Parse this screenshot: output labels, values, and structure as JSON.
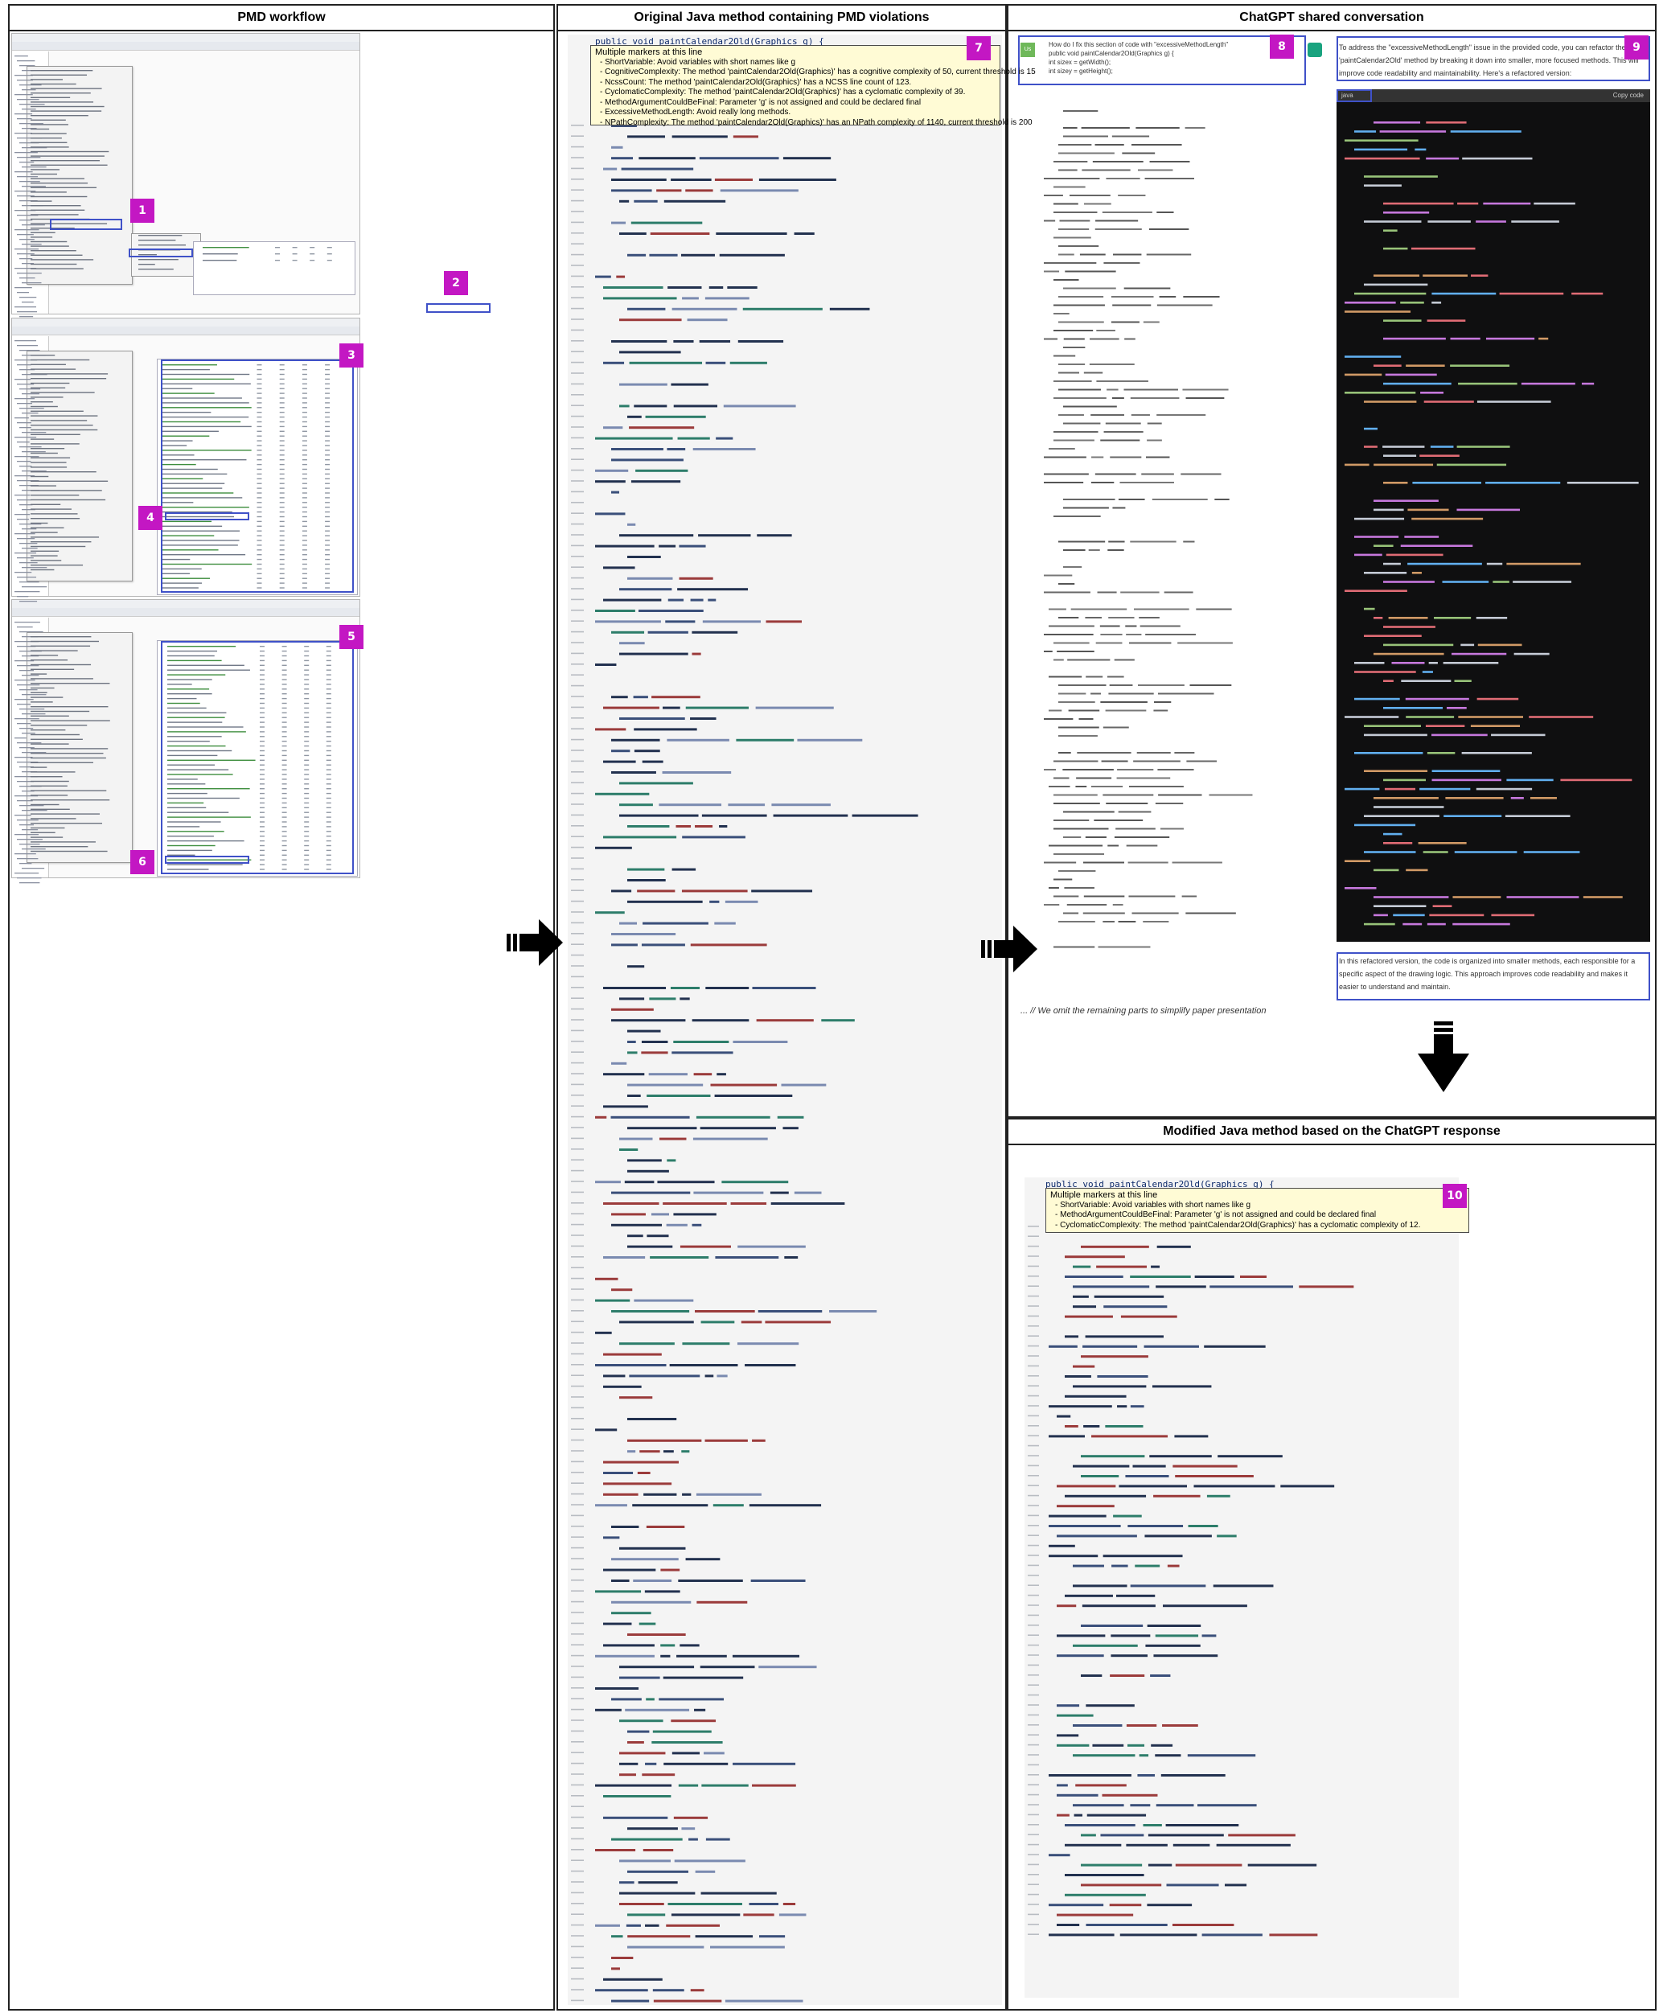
{
  "panels": {
    "pmd": {
      "title": "PMD workflow"
    },
    "original": {
      "title": "Original Java method containing PMD violations"
    },
    "chatgpt": {
      "title": "ChatGPT shared conversation"
    },
    "modified": {
      "title": "Modified Java method based on the ChatGPT response"
    }
  },
  "badges": [
    "1",
    "2",
    "3",
    "4",
    "5",
    "6",
    "7",
    "8",
    "9",
    "10"
  ],
  "original_code": {
    "first_line": "public void paintCalendar2Old(Graphics g) {",
    "tooltip_title": "Multiple markers at this line",
    "tooltip_items": [
      "- ShortVariable: Avoid variables with short names like g",
      "- CognitiveComplexity: The method 'paintCalendar2Old(Graphics)' has a cognitive complexity of 50, current threshold is 15",
      "- NcssCount: The method 'paintCalendar2Old(Graphics)' has a NCSS line count of 123.",
      "- CyclomaticComplexity: The method 'paintCalendar2Old(Graphics)' has a cyclomatic complexity of 39.",
      "- MethodArgumentCouldBeFinal: Parameter 'g' is not assigned and could be declared final",
      "- ExcessiveMethodLength: Avoid really long methods.",
      "- NPathComplexity: The method 'paintCalendar2Old(Graphics)' has an NPath complexity of 1140, current threshold is 200"
    ]
  },
  "chat": {
    "question_lines": [
      "How do I fix this section of code with \"excessiveMethodLength\"",
      "public void paintCalendar2Old(Graphics g) {",
      "  int sizex = getWidth();",
      "  int sizey = getHeight();"
    ],
    "answer_intro": "To address the \"excessiveMethodLength\" issue in the provided code, you can refactor the 'paintCalendar2Old' method by breaking it down into smaller, more focused methods. This will improve code readability and maintainability. Here's a refactored version:",
    "lang_label": "java",
    "copy_label": "Copy code",
    "answer_outro": "In this refactored version, the code is organized into smaller methods, each responsible for a specific aspect of the drawing logic. This approach improves code readability and makes it easier to understand and maintain.",
    "omit_note": "... // We omit the remaining parts to simplify paper presentation",
    "avatar_user": "Us"
  },
  "modified_code": {
    "first_line": "public void paintCalendar2Old(Graphics g) {",
    "tooltip_title": "Multiple markers at this line",
    "tooltip_items": [
      "- ShortVariable: Avoid variables with short names like g",
      "- MethodArgumentCouldBeFinal: Parameter 'g' is not assigned and could be declared final",
      "- CyclomaticComplexity: The method 'paintCalendar2Old(Graphics)' has a cyclomatic complexity of 12."
    ]
  }
}
